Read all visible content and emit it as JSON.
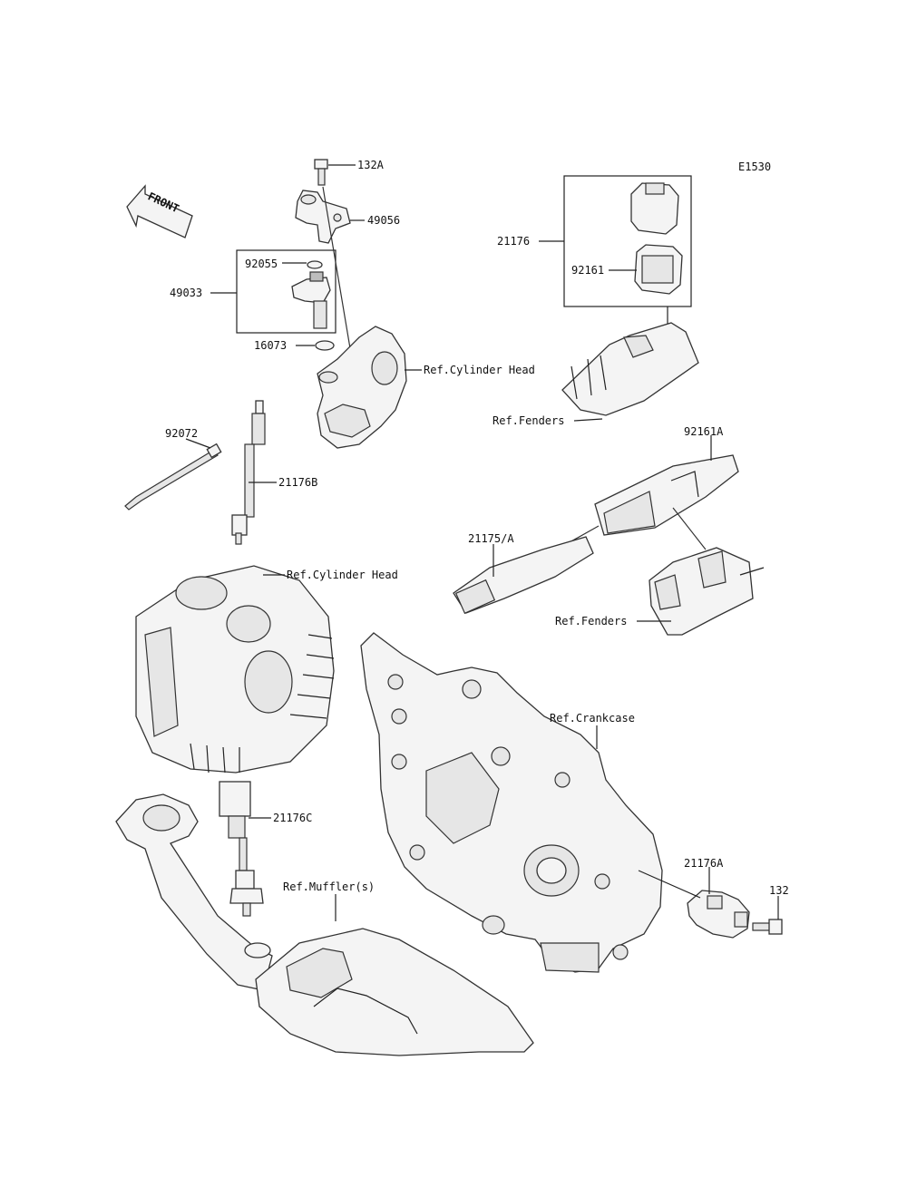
{
  "diagram_code": "E1530",
  "front_label": "FRONT",
  "labels": {
    "p132A": "132A",
    "p49056": "49056",
    "p92055": "92055",
    "p49033": "49033",
    "p16073": "16073",
    "ref_cylinder_head_1": "Ref.Cylinder Head",
    "p92072": "92072",
    "p21176B": "21176B",
    "ref_cylinder_head_2": "Ref.Cylinder Head",
    "p21176": "21176",
    "p92161": "92161",
    "ref_fenders_1": "Ref.Fenders",
    "p92161A": "92161A",
    "p21175A": "21175/A",
    "ref_fenders_2": "Ref.Fenders",
    "ref_crankcase": "Ref.Crankcase",
    "p21176C": "21176C",
    "ref_mufflers": "Ref.Muffler(s)",
    "p21176A": "21176A",
    "p132": "132"
  }
}
